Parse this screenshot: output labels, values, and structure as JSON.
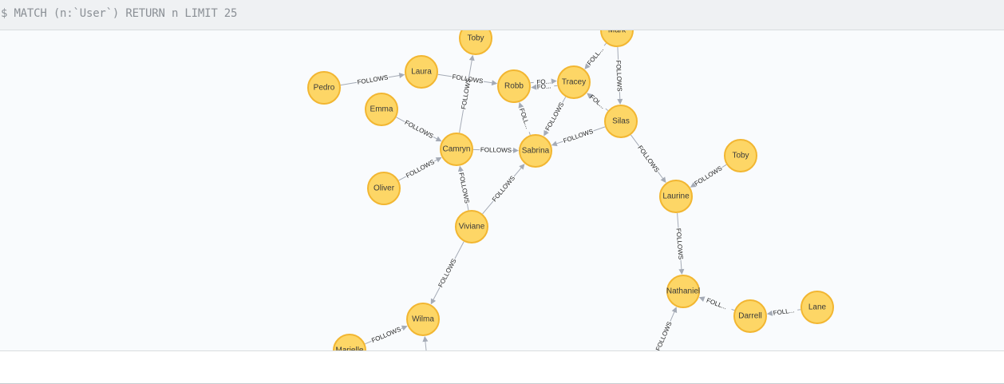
{
  "query": {
    "prompt": "$",
    "text": "MATCH (n:`User`) RETURN n LIMIT 25"
  },
  "graph": {
    "nodes": [
      {
        "id": "toby1",
        "label": "Toby"
      },
      {
        "id": "mark",
        "label": "Mark"
      },
      {
        "id": "pedro",
        "label": "Pedro"
      },
      {
        "id": "laura",
        "label": "Laura"
      },
      {
        "id": "robb",
        "label": "Robb"
      },
      {
        "id": "tracey",
        "label": "Tracey"
      },
      {
        "id": "emma",
        "label": "Emma"
      },
      {
        "id": "silas",
        "label": "Silas"
      },
      {
        "id": "camryn",
        "label": "Camryn"
      },
      {
        "id": "sabrina",
        "label": "Sabrina"
      },
      {
        "id": "toby2",
        "label": "Toby"
      },
      {
        "id": "oliver",
        "label": "Oliver"
      },
      {
        "id": "laurine",
        "label": "Laurine"
      },
      {
        "id": "viviane",
        "label": "Viviane"
      },
      {
        "id": "nathaniel",
        "label": "Nathaniel"
      },
      {
        "id": "lane",
        "label": "Lane"
      },
      {
        "id": "darrell",
        "label": "Darrell"
      },
      {
        "id": "wilma",
        "label": "Wilma"
      },
      {
        "id": "marielle",
        "label": "Marielle"
      }
    ],
    "relationships": [
      {
        "from": "pedro",
        "to": "laura",
        "label": "FOLLOWS"
      },
      {
        "from": "laura",
        "to": "robb",
        "label": "FOLLOWS"
      },
      {
        "from": "camryn",
        "to": "toby1",
        "label": "FOLLOWS"
      },
      {
        "from": "emma",
        "to": "camryn",
        "label": "FOLLOWS"
      },
      {
        "from": "oliver",
        "to": "camryn",
        "label": "FOLLOWS"
      },
      {
        "from": "camryn",
        "to": "sabrina",
        "label": "FOLLOWS"
      },
      {
        "from": "viviane",
        "to": "camryn",
        "label": "FOLLOWS"
      },
      {
        "from": "viviane",
        "to": "sabrina",
        "label": "FOLLOWS"
      },
      {
        "from": "viviane",
        "to": "wilma",
        "label": "FOLLOWS"
      },
      {
        "from": "sabrina",
        "to": "robb",
        "label": "FOLL..."
      },
      {
        "from": "tracey",
        "to": "sabrina",
        "label": "FOLLOWS"
      },
      {
        "from": "silas",
        "to": "sabrina",
        "label": "FOLLOWS"
      },
      {
        "from": "robb",
        "to": "tracey",
        "label": "FO..."
      },
      {
        "from": "tracey",
        "to": "robb",
        "label": "FO..."
      },
      {
        "from": "mark",
        "to": "tracey",
        "label": "FOLL..."
      },
      {
        "from": "silas",
        "to": "tracey",
        "label": "FOL..."
      },
      {
        "from": "mark",
        "to": "silas",
        "label": "FOLLOWS"
      },
      {
        "from": "silas",
        "to": "laurine",
        "label": "FOLLOWS"
      },
      {
        "from": "toby2",
        "to": "laurine",
        "label": "FOLLOWS"
      },
      {
        "from": "laurine",
        "to": "nathaniel",
        "label": "FOLLOWS"
      },
      {
        "from": "darrell",
        "to": "nathaniel",
        "label": "FOLL..."
      },
      {
        "from": "lane",
        "to": "darrell",
        "label": "FOLL..."
      },
      {
        "from": "marielle",
        "to": "wilma",
        "label": "FOLLOWS"
      },
      {
        "from": "offscreen_a",
        "to": "nathaniel",
        "label": "FOLLOWS"
      },
      {
        "from": "offscreen_b",
        "to": "wilma",
        "label": ""
      }
    ]
  }
}
